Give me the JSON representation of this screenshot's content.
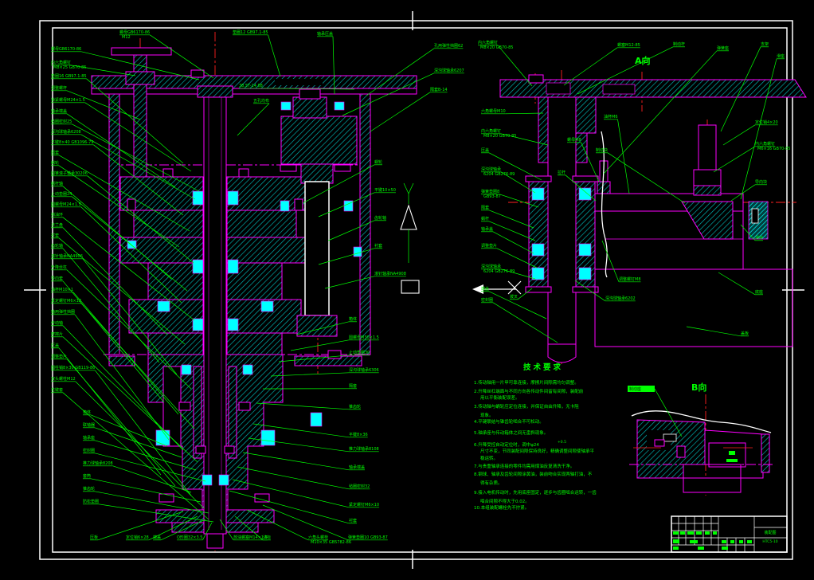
{
  "drawing": {
    "type": "cad-assembly-drawing",
    "background": "#000000",
    "colors": {
      "outline": "#ff00ff",
      "hatch": "#00cccc",
      "highlight": "#00ffff",
      "centerline": "#ff2020",
      "callout": "#00ff00",
      "frame": "#ffffff"
    }
  },
  "views": {
    "a_label": "A向",
    "b_label": "B向"
  },
  "tech": {
    "title": "技术要求",
    "superscript": "+0.5",
    "lines": [
      [
        595,
        482,
        "1.传动轴用一片甲可靠连接，摩擦片间隙需均匀调整。"
      ],
      [
        595,
        493,
        "2.升降丝杠端面与不同方向各传动件间留有间隙，装配前"
      ],
      [
        603,
        501,
        "用以平衡装配误差。"
      ],
      [
        595,
        512,
        "3.传动轴与蜗轮应定位连接，并保证自由升降，无卡阻"
      ],
      [
        603,
        523,
        "现象。"
      ],
      [
        595,
        531,
        "4.平键联结与锥齿轮啮合不可松动。"
      ],
      [
        595,
        545,
        "5.轴承座与传动箱体之间无歪斜现象。"
      ],
      [
        595,
        560,
        "6.升降受控自动定位时，调中φ24"
      ],
      [
        603,
        568,
        "尺寸不变，节同装配间隙保持良好，精确调整间隙使轴承平"
      ],
      [
        603,
        577,
        "稳运转。"
      ],
      [
        595,
        587,
        "7.与贵重轴承连接的零件均需用煤油反复清洗干净。"
      ],
      [
        595,
        597,
        "8.钢球、轴承及齿轮间隙涂黄油，装前吻合实现两轴打油，不"
      ],
      [
        603,
        608,
        "得有杂质。"
      ],
      [
        595,
        620,
        "9.接入电机传动时，先用底座固定，逐步与齿圈啮合运转，一齿"
      ],
      [
        603,
        631,
        "啮合间隙不得大于0.02。"
      ],
      [
        595,
        639,
        "10.本组装配螺栓先不拧紧。"
      ]
    ]
  },
  "title_block": {
    "name": "装配图",
    "drawing_no": "HTC5-10",
    "texts": [
      [
        967,
        670,
        5,
        "装配图"
      ],
      [
        967,
        681,
        4.5,
        "HTC5-10"
      ]
    ]
  },
  "labels": [
    [
      64,
      63,
      "r",
      "螺母GB6170-86",
      250,
      100
    ],
    [
      64,
      80,
      "r",
      "内六角螺钉\nM8×25 GB70-85",
      170,
      95
    ],
    [
      64,
      97,
      "r",
      "垫圈16 GB97.1-85",
      230,
      205
    ],
    [
      64,
      112,
      "r",
      "调整螺杆",
      176,
      150
    ],
    [
      64,
      127,
      "r",
      "锁紧螺母M24×1.5",
      240,
      215
    ],
    [
      64,
      141,
      "r",
      "轴承端盖",
      220,
      235
    ],
    [
      64,
      154,
      "r",
      "毡圈密封25",
      250,
      240
    ],
    [
      64,
      167,
      "r",
      "深沟球轴承6208",
      245,
      250
    ],
    [
      64,
      180,
      "r",
      "平键8×40 GB1096-79",
      230,
      270
    ],
    [
      64,
      193,
      "r",
      "隔套",
      238,
      290
    ],
    [
      64,
      206,
      "r",
      "蜗轮",
      225,
      310
    ],
    [
      64,
      219,
      "r",
      "圆锥滚子轴承30206",
      243,
      330
    ],
    [
      64,
      232,
      "r",
      "蜗杆轴",
      215,
      350
    ],
    [
      64,
      245,
      "r",
      "止动垫圈24",
      235,
      365
    ],
    [
      64,
      258,
      "r",
      "圆螺母M24×1.5",
      228,
      380
    ],
    [
      64,
      271,
      "r",
      "挡油环",
      244,
      402
    ],
    [
      64,
      284,
      "r",
      "法兰盘",
      210,
      420
    ],
    [
      64,
      297,
      "r",
      "衬套",
      232,
      432
    ],
    [
      64,
      310,
      "r",
      "齿轮轴",
      200,
      455
    ],
    [
      64,
      323,
      "r",
      "滚针轴承NA4906",
      222,
      470
    ],
    [
      64,
      337,
      "r",
      "升降丝杠",
      240,
      488
    ],
    [
      64,
      351,
      "r",
      "导向套",
      206,
      505
    ],
    [
      64,
      365,
      "r",
      "油杯M10×1",
      224,
      520
    ],
    [
      64,
      379,
      "r",
      "紧定螺钉M6×12",
      244,
      538
    ],
    [
      64,
      393,
      "r",
      "轴用弹性挡圈",
      212,
      552
    ],
    [
      64,
      407,
      "r",
      "传动轴",
      230,
      565
    ],
    [
      64,
      421,
      "r",
      "摩擦片",
      248,
      580
    ],
    [
      64,
      435,
      "r",
      "压盖",
      202,
      596
    ],
    [
      64,
      449,
      "r",
      "调整垫片",
      220,
      610
    ],
    [
      64,
      463,
      "r",
      "圆柱销8×30 GB119-86",
      240,
      622
    ],
    [
      64,
      477,
      "r",
      "双头螺柱M12",
      256,
      638
    ],
    [
      64,
      491,
      "r",
      "花键套",
      262,
      652
    ],
    [
      104,
      519,
      "r",
      "箱体",
      210,
      560
    ],
    [
      104,
      535,
      "r",
      "联轴器",
      228,
      574
    ],
    [
      104,
      551,
      "r",
      "轴承座",
      246,
      590
    ],
    [
      104,
      567,
      "r",
      "密封圈",
      258,
      604
    ],
    [
      104,
      583,
      "r",
      "推力球轴承8208",
      240,
      618
    ],
    [
      104,
      599,
      "r",
      "套筒",
      252,
      630
    ],
    [
      104,
      615,
      "r",
      "锥齿轮",
      262,
      644
    ],
    [
      104,
      631,
      "r",
      "防松垫圈",
      268,
      655
    ],
    [
      113,
      676,
      "r",
      "压板",
      230,
      642
    ],
    [
      158,
      676,
      "r",
      "定位销6×28",
      248,
      648
    ],
    [
      192,
      676,
      "r",
      "端盖",
      258,
      652
    ],
    [
      222,
      676,
      "r",
      "O形圈32×3.5",
      266,
      656
    ],
    [
      293,
      676,
      "l",
      "放油螺塞M14×1.5",
      276,
      652
    ],
    [
      330,
      676,
      "l",
      "油标",
      295,
      648
    ],
    [
      387,
      676,
      "l",
      "六角头螺栓\nM10×35 GB5782-86",
      310,
      640
    ],
    [
      437,
      676,
      "l",
      "弹簧垫圈10 GB93-87",
      330,
      634
    ],
    [
      150,
      42,
      "r",
      "螺母GB6170-86\nM12",
      268,
      98
    ],
    [
      292,
      42,
      "r",
      "垫圈12 GB97.1-85",
      352,
      96
    ],
    [
      398,
      44,
      "r",
      "轴承压盖",
      420,
      118
    ],
    [
      600,
      55,
      "r",
      "内六角螺钉\nM8×20 GB70-85",
      668,
      108
    ],
    [
      775,
      58,
      "l",
      "螺塞M12-85",
      708,
      107
    ],
    [
      545,
      59,
      "l",
      "孔用弹性挡圈62",
      460,
      120
    ],
    [
      545,
      90,
      "l",
      "深沟球轴承6207",
      430,
      145
    ],
    [
      540,
      114,
      "l",
      "隔套B-14",
      465,
      165
    ],
    [
      470,
      205,
      "l",
      "蜗轮",
      380,
      255
    ],
    [
      470,
      240,
      "l",
      "平键10×50",
      400,
      272
    ],
    [
      470,
      275,
      "l",
      "齿轮轴",
      412,
      302
    ],
    [
      470,
      310,
      "l",
      "衬套",
      400,
      332
    ],
    [
      470,
      345,
      "l",
      "滚针轴承NA4908",
      408,
      362
    ],
    [
      438,
      402,
      "l",
      "箱体",
      372,
      420
    ],
    [
      438,
      425,
      "l",
      "圆螺母M30×1.5",
      365,
      440
    ],
    [
      438,
      444,
      "l",
      "止动垫圈30",
      350,
      454
    ],
    [
      438,
      466,
      "l",
      "深沟球轴承6306",
      340,
      472
    ],
    [
      438,
      486,
      "l",
      "隔套",
      330,
      488
    ],
    [
      438,
      512,
      "l",
      "锥齿轮",
      322,
      506
    ],
    [
      438,
      547,
      "l",
      "平键8×36",
      318,
      532
    ],
    [
      438,
      565,
      "l",
      "推力球轴承8108",
      312,
      550
    ],
    [
      438,
      588,
      "l",
      "轴承端盖",
      305,
      568
    ],
    [
      438,
      612,
      "l",
      "毡圈密封32",
      298,
      586
    ],
    [
      438,
      635,
      "l",
      "紧定螺钉M6×10",
      292,
      602
    ],
    [
      438,
      655,
      "l",
      "衬套",
      288,
      616
    ],
    [
      300,
      109,
      "r",
      "38.5T-14 88",
      445,
      112
    ],
    [
      318,
      128,
      "r",
      "五孔均布",
      298,
      170
    ],
    [
      604,
      141,
      "r",
      "六角螺母M10",
      682,
      142
    ],
    [
      604,
      166,
      "r",
      "内六角螺钉\nM8×20 GB70-85",
      688,
      182
    ],
    [
      604,
      190,
      "r",
      "压盖",
      680,
      226
    ],
    [
      604,
      214,
      "r",
      "深沟球轴承\n6204 GB276-89",
      672,
      242
    ],
    [
      604,
      242,
      "r",
      "弹簧垫圈8\nGB93-87",
      676,
      260
    ],
    [
      604,
      262,
      "r",
      "隔套",
      670,
      286
    ],
    [
      604,
      276,
      "r",
      "蜗杆",
      672,
      302
    ],
    [
      604,
      289,
      "r",
      "轴承盖",
      670,
      318
    ],
    [
      604,
      310,
      "r",
      "调整垫片",
      674,
      336
    ],
    [
      604,
      336,
      "r",
      "深沟球轴承\n6204 GB276-89",
      672,
      350
    ],
    [
      604,
      364,
      "r",
      "端盖",
      686,
      400
    ],
    [
      604,
      378,
      "r",
      "密封圈",
      700,
      430
    ],
    [
      845,
      57,
      "l",
      "制动杆",
      725,
      118
    ],
    [
      900,
      62,
      "l",
      "弹簧座",
      758,
      218
    ],
    [
      955,
      57,
      "l",
      "支架",
      905,
      165
    ],
    [
      975,
      72,
      "l",
      "滑座",
      930,
      250
    ],
    [
      758,
      148,
      "r",
      "油杯M6",
      790,
      243
    ],
    [
      712,
      177,
      "r",
      "螺母M8",
      752,
      228
    ],
    [
      748,
      190,
      "r",
      "制动块",
      860,
      255
    ],
    [
      700,
      218,
      "r",
      "拉杆",
      748,
      252
    ],
    [
      948,
      155,
      "l",
      "定位销4×20",
      908,
      182
    ],
    [
      948,
      182,
      "l",
      "内六角螺钉\nM6×16 GB70-85",
      896,
      216
    ],
    [
      948,
      230,
      "l",
      "导向块",
      918,
      252
    ],
    [
      948,
      300,
      "l",
      "滑块",
      930,
      282
    ],
    [
      948,
      368,
      "l",
      "底座",
      902,
      342
    ],
    [
      930,
      420,
      "l",
      "盖板",
      862,
      410
    ],
    [
      777,
      352,
      "l",
      "调整螺钉M8",
      756,
      302
    ],
    [
      640,
      374,
      "r",
      "拨叉",
      668,
      362
    ],
    [
      760,
      376,
      "l",
      "深沟球轴承6202",
      722,
      352
    ],
    [
      788,
      490,
      "hl",
      "制动座",
      856,
      548
    ]
  ]
}
